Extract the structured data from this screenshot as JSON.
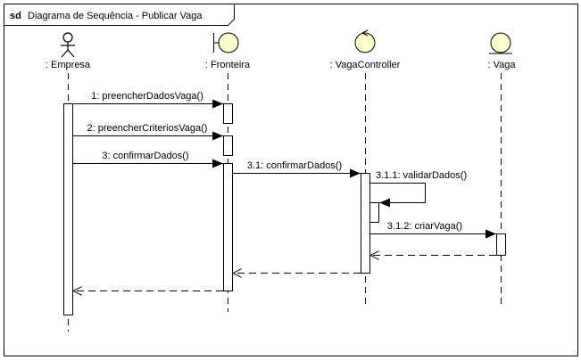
{
  "frame": {
    "keyword": "sd",
    "title": "Diagrama de Sequência - Publicar Vaga"
  },
  "lifelines": [
    {
      "id": "empresa",
      "label": ": Empresa",
      "stereotype": "actor"
    },
    {
      "id": "fronteira",
      "label": ": Fronteira",
      "stereotype": "boundary"
    },
    {
      "id": "controller",
      "label": ": VagaController",
      "stereotype": "control"
    },
    {
      "id": "vaga",
      "label": ": Vaga",
      "stereotype": "entity"
    }
  ],
  "messages": [
    {
      "label": "1: preencherDadosVaga()",
      "from": "empresa",
      "to": "fronteira",
      "kind": "sync"
    },
    {
      "label": "2: preencherCriteriosVaga()",
      "from": "empresa",
      "to": "fronteira",
      "kind": "sync"
    },
    {
      "label": "3: confirmarDados()",
      "from": "empresa",
      "to": "fronteira",
      "kind": "sync"
    },
    {
      "label": "3.1: confirmarDados()",
      "from": "fronteira",
      "to": "controller",
      "kind": "sync"
    },
    {
      "label": "3.1.1: validarDados()",
      "from": "controller",
      "to": "controller",
      "kind": "self"
    },
    {
      "label": "3.1.2: criarVaga()",
      "from": "controller",
      "to": "vaga",
      "kind": "sync"
    },
    {
      "label": "",
      "from": "vaga",
      "to": "controller",
      "kind": "return"
    },
    {
      "label": "",
      "from": "controller",
      "to": "fronteira",
      "kind": "return"
    },
    {
      "label": "",
      "from": "fronteira",
      "to": "empresa",
      "kind": "return"
    }
  ]
}
